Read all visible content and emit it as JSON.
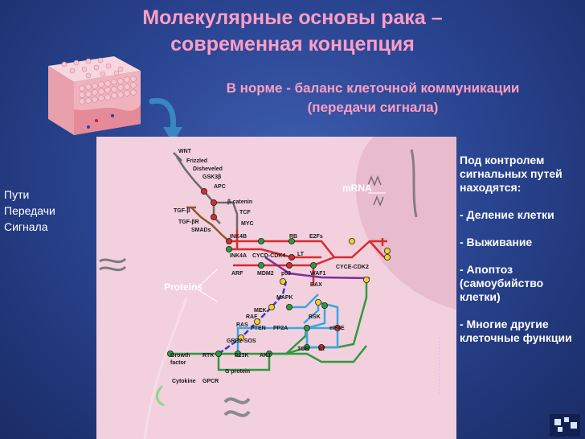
{
  "header": {
    "title_line1": "Молекулярные основы рака –",
    "title_line2": "современная концепция",
    "subtitle_line1": "В норме - баланс клеточной коммуникации",
    "subtitle_line2": "(передачи сигнала)"
  },
  "left_label": {
    "line1": "Пути",
    "line2": "Передачи",
    "line3": "Сигнала"
  },
  "right_panel": {
    "intro": "Под контролем сигнальных путей находятся:",
    "item1": "- Деление клетки",
    "item2": "- Выживание",
    "item3": "- Апоптоз (самоубийство клетки)",
    "item4": "- Многие другие клеточные функции"
  },
  "diagram": {
    "mrna": "mRNA",
    "proteins": "Proteins",
    "nodes": {
      "wnt": "WNT",
      "frizzled": "Frizzled",
      "disheveled": "Disheveled",
      "gsk3b": "GSK3β",
      "apc": "APC",
      "bcatenin": "β-catenin",
      "tcf": "TCF",
      "tgfb": "TGF-β",
      "tgfbr": "TGF-βR",
      "smads": "SMADs",
      "myc": "MYC",
      "ink4b": "INK4B",
      "rb": "RB",
      "e2fs": "E2Fs",
      "ink4a": "INK4A",
      "cycd": "CYCD-CDK4",
      "lt": "LT",
      "cyce": "CYCE-CDK2",
      "arf": "ARF",
      "mdm2": "MDM2",
      "p53": "p53",
      "waf1": "WAF1",
      "bax": "BAX",
      "mapk": "MAPK",
      "mek": "MEK",
      "raf": "RAF",
      "rsk": "RSK",
      "ras": "RAS",
      "pten": "PTEN",
      "pp2a": "PP2A",
      "eif4e": "eIF4E",
      "grb2": "GRB2-SOS",
      "tor": "TOR",
      "st": "ST",
      "growth": "Growth",
      "factor": "factor",
      "rtk": "RTK",
      "p13k": "P13K",
      "akt": "AKT",
      "gprotein": "G protein",
      "cytokine": "Cytokine",
      "gpcr": "GPCR"
    }
  }
}
